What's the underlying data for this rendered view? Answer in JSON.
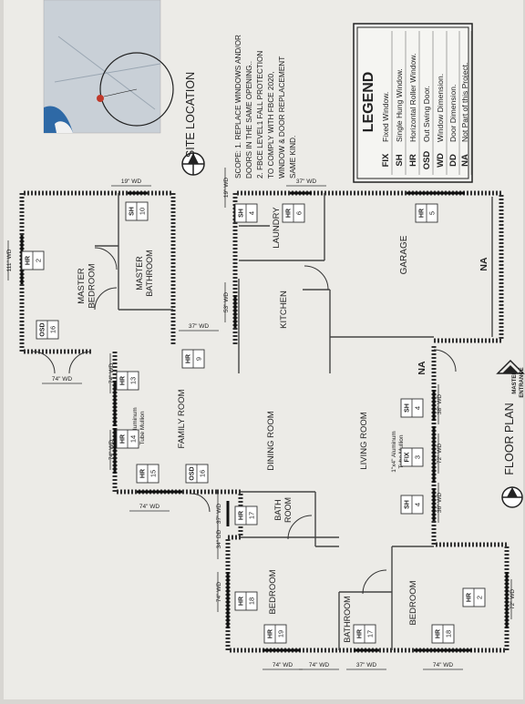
{
  "legend": {
    "title": "LEGEND",
    "items": [
      {
        "code": "FIX",
        "text": "Fixed Window."
      },
      {
        "code": "SH",
        "text": "Single Hung Window."
      },
      {
        "code": "HR",
        "text": "Horizontal Roller Window."
      },
      {
        "code": "OSD",
        "text": "Out Swing Door."
      },
      {
        "code": "WD",
        "text": "Window Dimension."
      },
      {
        "code": "DD",
        "text": "Door Dimension."
      },
      {
        "code": "NA",
        "text": "Not Part of this Project."
      }
    ]
  },
  "scope": {
    "lines": [
      "SCOPE:   1.  REPLACE  WINDOWS  AND/OR",
      "DOORS IN THE SAME OPENING..",
      "2. FBCE LEVEL1 FALL PROTECTION",
      "TO  COMPLY  WITH  FBCE  2020,",
      "WINDOW  &  DOOR  REPLACEMENT",
      "SAME KIND."
    ]
  },
  "site": {
    "title": "SITE LOCATION"
  },
  "plan_title": "FLOOR PLAN",
  "entrance": {
    "line1": "MASTER",
    "line2": "ENTRANCE"
  },
  "rooms": {
    "master_bedroom": "MASTER BEDROOM",
    "master_bathroom": "MASTER BATHROOM",
    "laundry": "LAUNDRY",
    "kitchen": "KITCHEN",
    "garage": "GARAGE",
    "family_room": "FAMILY ROOM",
    "dining_room": "DINING ROOM",
    "living_room": "LIVING ROOM",
    "bath_room": "BATH ROOM",
    "bedroom_left": "BEDROOM",
    "bathroom": "BATHROOM",
    "bedroom_right": "BEDROOM"
  },
  "na_labels": [
    "NA",
    "NA"
  ],
  "mullion_notes": [
    "1\"x4\" Aluminum Tube Mullion",
    "1\"x4\" Aluminum Tube Mullion"
  ],
  "tags": [
    {
      "code": "HR",
      "num": "2"
    },
    {
      "code": "SH",
      "num": "10"
    },
    {
      "code": "OSD",
      "num": "16"
    },
    {
      "code": "SH",
      "num": "4"
    },
    {
      "code": "HR",
      "num": "6"
    },
    {
      "code": "HR",
      "num": "5"
    },
    {
      "code": "HR",
      "num": "9"
    },
    {
      "code": "HR",
      "num": "13"
    },
    {
      "code": "HR",
      "num": "14"
    },
    {
      "code": "HR",
      "num": "15"
    },
    {
      "code": "OSD",
      "num": "16"
    },
    {
      "code": "SH",
      "num": "4"
    },
    {
      "code": "FIX",
      "num": "3"
    },
    {
      "code": "SH",
      "num": "4"
    },
    {
      "code": "HR",
      "num": "17"
    },
    {
      "code": "HR",
      "num": "18"
    },
    {
      "code": "HR",
      "num": "19"
    },
    {
      "code": "HR",
      "num": "17"
    },
    {
      "code": "HR",
      "num": "2"
    },
    {
      "code": "HR",
      "num": "18"
    }
  ],
  "dims": [
    "19\" WD",
    "111\" WD",
    "74\" WD",
    "37\" WD",
    "19\" WD",
    "53\" WD",
    "37\" WD",
    "74\" WD",
    "74\" WD",
    "74\" WD",
    "38\" WD",
    "72\" WD",
    "36\" WD",
    "74\" WD",
    "37\" WD",
    "34\" DD",
    "74\" WD",
    "74\" WD",
    "37\" WD",
    "74\" WD",
    "72\" WD"
  ]
}
